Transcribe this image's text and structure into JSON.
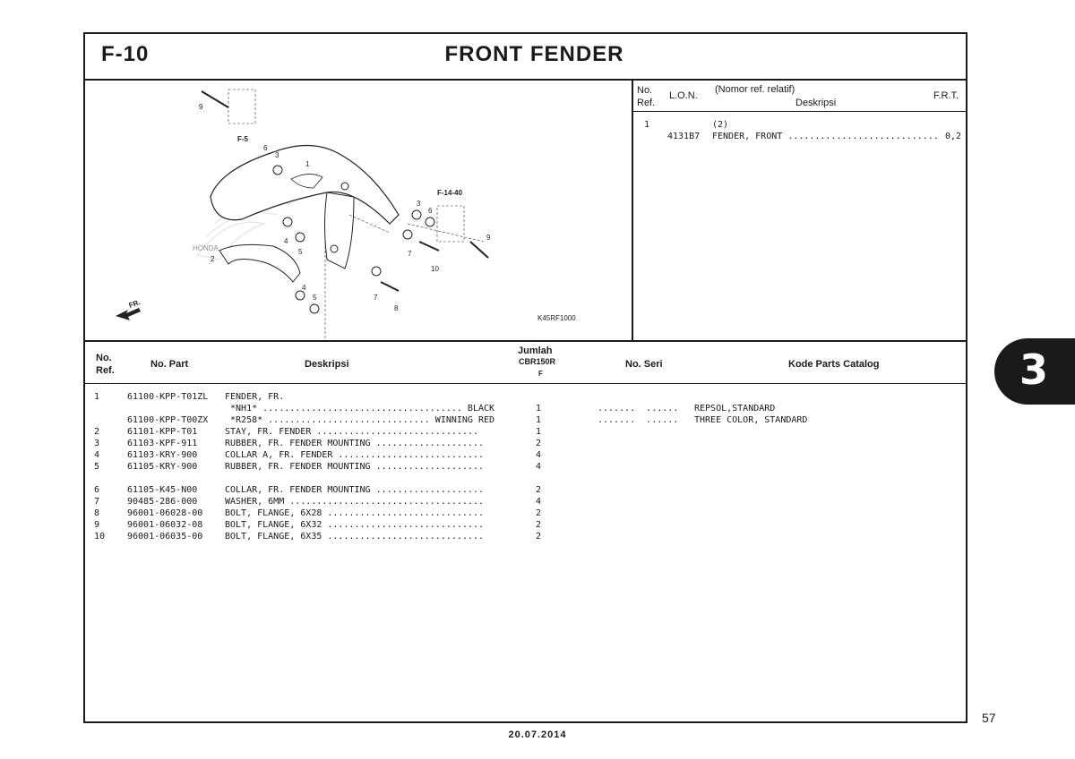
{
  "header": {
    "code": "F-10",
    "title": "FRONT FENDER"
  },
  "diagram": {
    "callouts": [
      "9",
      "6",
      "3",
      "1",
      "F-5",
      "F-14-40",
      "3",
      "6",
      "9",
      "4",
      "5",
      "7",
      "10",
      "2",
      "4",
      "5",
      "7",
      "8"
    ],
    "direction_label": "FR.",
    "drawing_code": "K45RF1000",
    "watermark": "HONDA"
  },
  "lon_table": {
    "headers": {
      "no": "No.",
      "ref": "Ref.",
      "lon": "L.O.N.",
      "nomor": "(Nomor ref. relatif)",
      "deskripsi": "Deskripsi",
      "frt": "F.R.T."
    },
    "rows": [
      {
        "no": "1",
        "lon": "4131B7",
        "rel": "(2)",
        "desc": "FENDER, FRONT ............................",
        "frt": "0,2"
      }
    ]
  },
  "parts_table": {
    "headers": {
      "no": "No.",
      "ref": "Ref.",
      "part": "No. Part",
      "deskripsi": "Deskripsi",
      "jumlah": "Jumlah",
      "model": "CBR150R",
      "variant": "F",
      "seri": "No. Seri",
      "kode": "Kode Parts Catalog"
    },
    "rows": [
      {
        "no": "1",
        "part": "61100-KPP-T01ZL",
        "desc": "FENDER, FR.",
        "qty": "",
        "seri": "",
        "kode": ""
      },
      {
        "no": "",
        "part": "",
        "desc": " *NH1* ..................................... BLACK",
        "qty": "1",
        "seri": ".......  ......",
        "kode": "REPSOL,STANDARD"
      },
      {
        "no": "",
        "part": "61100-KPP-T00ZX",
        "desc": " *R258* .............................. WINNING RED",
        "qty": "1",
        "seri": ".......  ......",
        "kode": "THREE COLOR, STANDARD"
      },
      {
        "no": "2",
        "part": "61101-KPP-T01",
        "desc": "STAY, FR. FENDER ..............................",
        "qty": "1",
        "seri": "",
        "kode": ""
      },
      {
        "no": "3",
        "part": "61103-KPF-911",
        "desc": "RUBBER, FR. FENDER MOUNTING ....................",
        "qty": "2",
        "seri": "",
        "kode": ""
      },
      {
        "no": "4",
        "part": "61103-KRY-900",
        "desc": "COLLAR A, FR. FENDER ...........................",
        "qty": "4",
        "seri": "",
        "kode": ""
      },
      {
        "no": "5",
        "part": "61105-KRY-900",
        "desc": "RUBBER, FR. FENDER MOUNTING ....................",
        "qty": "4",
        "seri": "",
        "kode": ""
      },
      {
        "no": "6",
        "part": "61105-K45-N00",
        "desc": "COLLAR, FR. FENDER MOUNTING ....................",
        "qty": "2",
        "seri": "",
        "kode": ""
      },
      {
        "no": "7",
        "part": "90485-286-000",
        "desc": "WASHER, 6MM ....................................",
        "qty": "4",
        "seri": "",
        "kode": ""
      },
      {
        "no": "8",
        "part": "96001-06028-00",
        "desc": "BOLT, FLANGE, 6X28 .............................",
        "qty": "2",
        "seri": "",
        "kode": ""
      },
      {
        "no": "9",
        "part": "96001-06032-08",
        "desc": "BOLT, FLANGE, 6X32 .............................",
        "qty": "2",
        "seri": "",
        "kode": ""
      },
      {
        "no": "10",
        "part": "96001-06035-00",
        "desc": "BOLT, FLANGE, 6X35 .............................",
        "qty": "2",
        "seri": "",
        "kode": ""
      }
    ]
  },
  "side_tab": "3",
  "page_number": "57",
  "footer_date": "20.07.2014"
}
